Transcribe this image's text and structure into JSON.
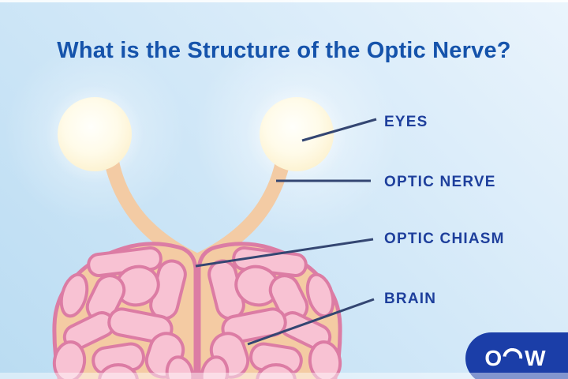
{
  "title": "What is the Structure of the Optic Nerve?",
  "labels": [
    {
      "id": "eyes",
      "text": "EYES"
    },
    {
      "id": "optic-nerve",
      "text": "OPTIC NERVE"
    },
    {
      "id": "optic-chiasm",
      "text": "OPTIC CHIASM"
    },
    {
      "id": "brain",
      "text": "BRAIN"
    }
  ],
  "logo": {
    "letter_left": "O",
    "letter_right": "W"
  },
  "colors": {
    "background_top_right": "#EAF4FC",
    "background_bottom_left": "#BADCF2",
    "title_text": "#1553AB",
    "label_text": "#1E3F9C",
    "leader_line": "#344672",
    "eyeball_center": "#FFFFFA",
    "eyeball_edge": "#FCF1CE",
    "optic_nerve": "#F3CBA4",
    "brain_base": "#F4CBA3",
    "gyri_fill": "#F8C2D3",
    "gyri_outline": "#DC7CA4",
    "logo_background": "#1B3EA8",
    "logo_text": "#FFFFFF"
  }
}
